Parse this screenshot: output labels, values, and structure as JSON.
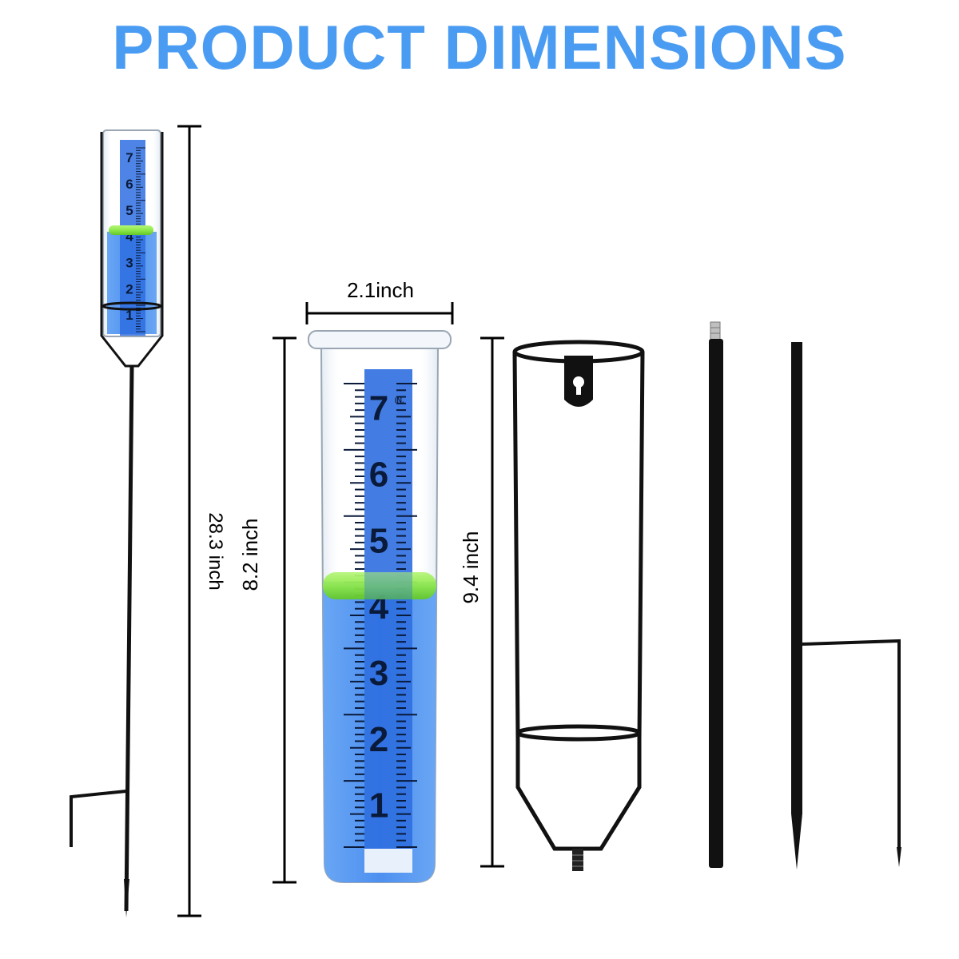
{
  "title": "PRODUCT DIMENSIONS",
  "dimensions": {
    "overall_height": "28.3 inch",
    "tube_width": "2.1inch",
    "tube_height": "8.2 inch",
    "holder_height": "9.4 inch"
  },
  "gauge_scale": {
    "numbers": [
      "7",
      "6",
      "5",
      "4",
      "3",
      "2",
      "1"
    ],
    "unit": "IN."
  },
  "colors": {
    "title": "#4a9cf2",
    "water": "#4d90f0",
    "scale_strip": "#2f6fe0",
    "float_ring": "#8ee84a",
    "metal": "#111111"
  },
  "icons": {
    "float": "green-float-ring",
    "mount": "keyhole-mount-icon"
  }
}
